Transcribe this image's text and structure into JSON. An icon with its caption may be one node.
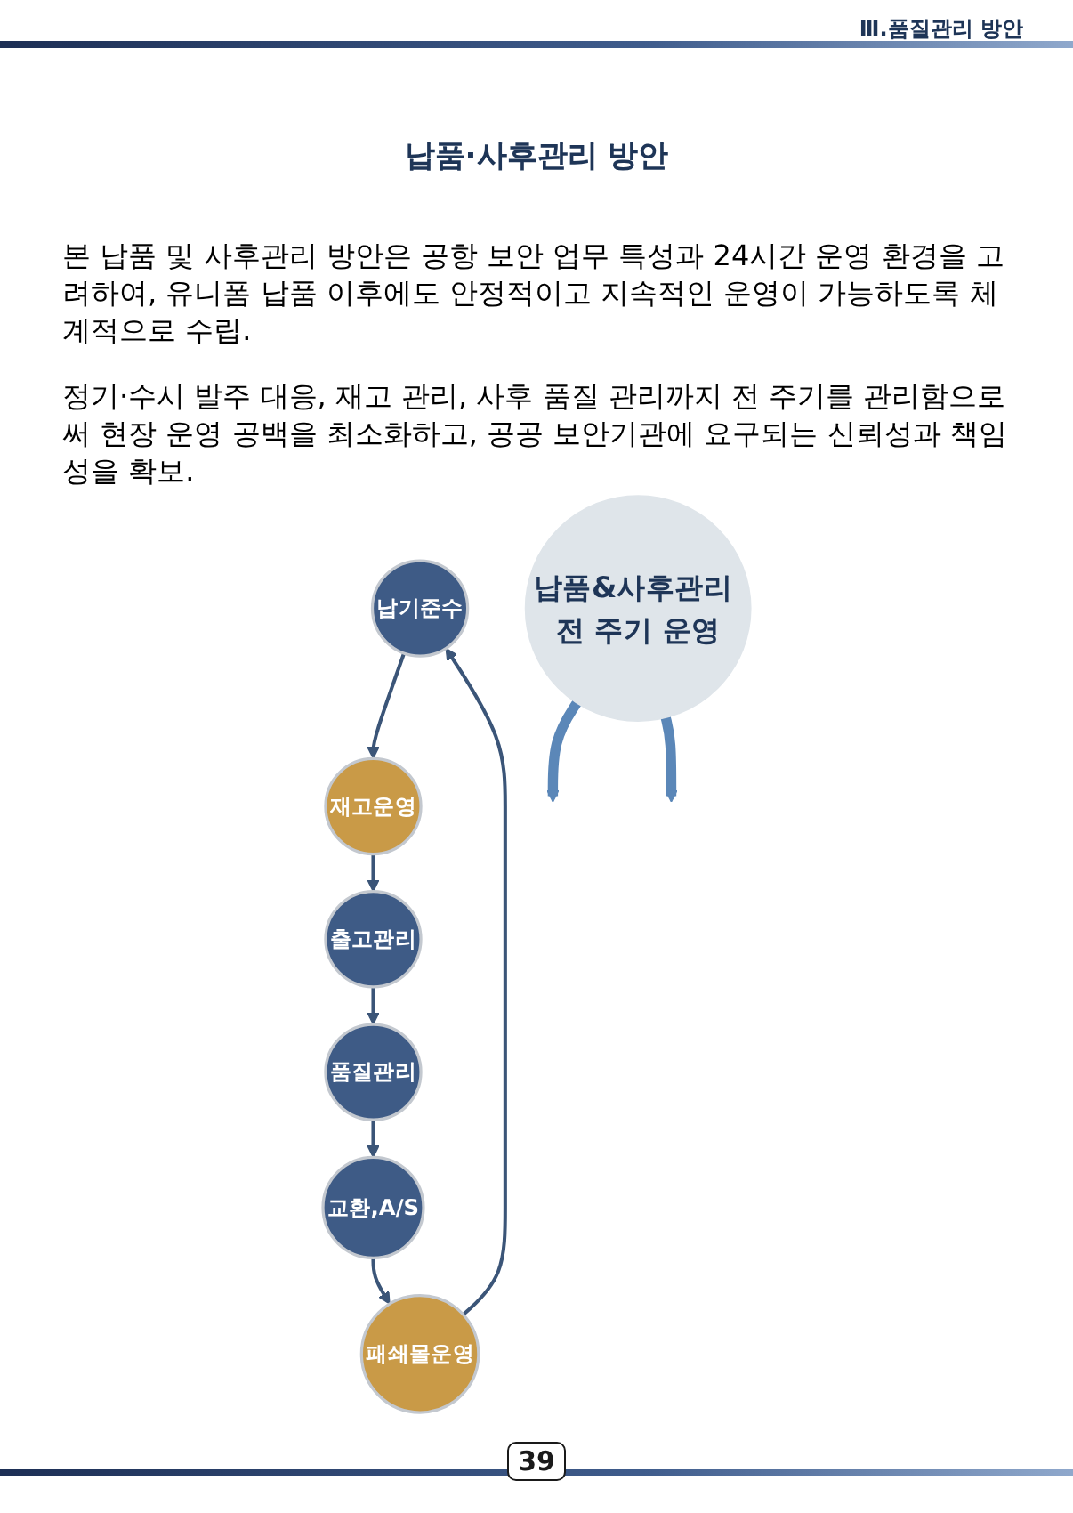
{
  "diagram": {
    "title": "납품·사후관리 방안",
    "nodes": [
      {
        "text": [
          "납기준수"
        ]
      },
      {
        "text": [
          "재고운영"
        ]
      },
      {
        "text": [
          "출고관리"
        ]
      },
      {
        "text": [
          "품질관리"
        ]
      },
      {
        "text": [
          "교환,A/S"
        ]
      },
      {
        "text": [
          "패쇄몰운영"
        ]
      },
      {
        "text": [
          "납품&사후관리 전 주기 운영"
        ]
      }
    ],
    "edges": [
      {
        "from": 0,
        "to": 1,
        "arrow": "to"
      },
      {
        "from": 1,
        "to": 2,
        "arrow": "to"
      },
      {
        "from": 2,
        "to": 3,
        "arrow": "to"
      },
      {
        "from": 3,
        "to": 4,
        "arrow": "to"
      },
      {
        "from": 4,
        "to": 5,
        "arrow": "to"
      },
      {
        "from": 5,
        "to": 0,
        "arrow": "to"
      },
      {
        "from": 6,
        "to": null,
        "arrow": "to",
        "style": "thick",
        "color": "#5b87b8"
      },
      {
        "from": 6,
        "to": null,
        "arrow": "to",
        "style": "thick",
        "color": "#5b87b8"
      }
    ],
    "labels": [
      "Ⅲ.품질관리 방안",
      "본 납품 및 사후관리 방안은 공항 보안 업무 특성과 24시간 운영 환경을 고려하여, 유니폼 납품 이후에도 안정적이고 지속적인 운영이 가능하도록 체계적으로 수립.",
      "정기·수시 발주 대응, 재고 관리, 사후 품질 관리까지 전 주기를 관리함으로써 현장 운영 공백을 최소화하고, 공공 보안기관에 요구되는 신뢰성과 책임성을 확보.",
      "39"
    ]
  }
}
